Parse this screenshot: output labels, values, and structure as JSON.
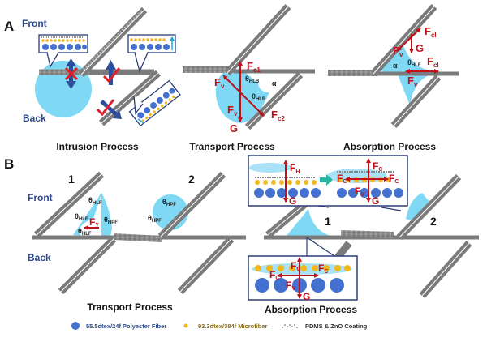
{
  "colors": {
    "fiber": "#7b7b7b",
    "fiber_highlight": "#ffffff",
    "water": "#7fd8f4",
    "polyester": "#4470cf",
    "microfiber": "#f1b71c",
    "force_arrow": "#c0111a",
    "flow_arrow": "#2d4e9a",
    "box_border": "#2b3e78",
    "cyan_arrow": "#1aa7e8",
    "teal_arrow": "#2ab5a5",
    "check": "#e0202a",
    "side_label": "#2c4a8c"
  },
  "panel_a": {
    "label": "A",
    "front": "Front",
    "back": "Back",
    "captions": [
      "Intrusion Process",
      "Transport Process",
      "Absorption Process"
    ],
    "intrusion": {
      "marks": [
        "cross",
        "check",
        "check"
      ]
    },
    "transport": {
      "forces": {
        "fc1": {
          "main": "F",
          "sub": "c1"
        },
        "fc2": {
          "main": "F",
          "sub": "c2"
        },
        "fv_top": {
          "main": "F",
          "sub": "v"
        },
        "fv_bottom": {
          "main": "F",
          "sub": "v"
        },
        "g": "G"
      },
      "angles": {
        "theta1": {
          "main": "θ",
          "sub": "HLB"
        },
        "theta2": {
          "main": "θ",
          "sub": "HLB"
        },
        "alpha": "α"
      }
    },
    "absorption": {
      "forces": {
        "fcl_top": {
          "main": "F",
          "sub": "cl"
        },
        "fcl_right": {
          "main": "F",
          "sub": "cl"
        },
        "fv_top": {
          "main": "F",
          "sub": "v"
        },
        "fv_bottom": {
          "main": "F",
          "sub": "v"
        },
        "g": "G"
      },
      "angles": {
        "theta": {
          "main": "θ",
          "sub": "HLF"
        },
        "alpha": "α"
      }
    }
  },
  "panel_b": {
    "label": "B",
    "front": "Front",
    "back": "Back",
    "captions": [
      "Transport Process",
      "Absorption Process"
    ],
    "transport": {
      "site_labels": [
        "1",
        "2"
      ],
      "angles": {
        "t1": {
          "main": "θ",
          "sub": "HLF"
        },
        "t2": {
          "main": "θ",
          "sub": "HLF"
        },
        "t3": {
          "main": "θ",
          "sub": "HLF"
        },
        "t4": {
          "main": "θ",
          "sub": "HPF"
        },
        "t5": {
          "main": "θ",
          "sub": "HPF"
        },
        "t6": {
          "main": "θ",
          "sub": "HPF"
        }
      },
      "force": {
        "main": "F",
        "sub": "Y"
      }
    },
    "absorption": {
      "site_labels": [
        "1",
        "2"
      ],
      "inset_left": {
        "fh": {
          "main": "F",
          "sub": "H"
        },
        "g": "G"
      },
      "inset_right": {
        "fc_top": {
          "main": "F",
          "sub": "C"
        },
        "fc_left": {
          "main": "F",
          "sub": "C"
        },
        "fc_right": {
          "main": "F",
          "sub": "C"
        },
        "fv": {
          "main": "F",
          "sub": "V"
        },
        "g": "G"
      },
      "inset_bottom": {
        "fc_top": {
          "main": "F",
          "sub": "C"
        },
        "fc_left": {
          "main": "F",
          "sub": "C"
        },
        "fc_right": {
          "main": "F",
          "sub": "C"
        },
        "fv": {
          "main": "F",
          "sub": "V"
        },
        "g": "G"
      }
    }
  },
  "legend": [
    {
      "icon": "polyester-fiber-dot",
      "label": "55.5dtex/24f Polyester Fiber",
      "color": "#2c4a8c"
    },
    {
      "icon": "microfiber-dot",
      "label": "93.3dtex/384f Microfiber",
      "color": "#8a6d12"
    },
    {
      "icon": "coating-speckle",
      "label": "PDMS & ZnO Coating",
      "color": "#333333"
    }
  ]
}
